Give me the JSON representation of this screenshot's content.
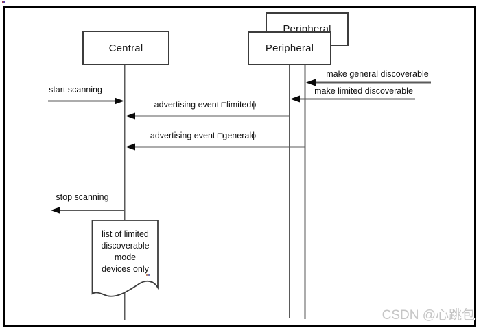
{
  "diagram": {
    "type": "sequence-diagram",
    "actors": [
      {
        "id": "central",
        "label": "Central"
      },
      {
        "id": "peripheral-front",
        "label": "Peripheral"
      },
      {
        "id": "peripheral-back",
        "label": "Peripheral"
      }
    ],
    "messages": [
      {
        "label": "make general discoverable",
        "to": "peripheral-back",
        "direction": "left"
      },
      {
        "label": "make limited discoverable",
        "to": "peripheral-front",
        "direction": "left"
      },
      {
        "label": "start scanning",
        "to": "central",
        "direction": "right"
      },
      {
        "label": "advertising event □limitedϕ",
        "from": "peripheral-front",
        "to": "central",
        "direction": "left"
      },
      {
        "label": "advertising event □generalϕ",
        "from": "peripheral-back",
        "to": "central",
        "direction": "left"
      },
      {
        "label": "stop scanning",
        "from": "central",
        "direction": "left"
      }
    ],
    "note": {
      "lines": [
        "list of limited",
        "discoverable",
        "mode",
        "devices only"
      ]
    },
    "watermark": "CSDN @心跳包",
    "colors": {
      "line": "#5a5a5a",
      "arrowhead": "#0a0a0a",
      "border": "#000000",
      "watermark": "#c5c5c5",
      "background": "#ffffff"
    }
  }
}
